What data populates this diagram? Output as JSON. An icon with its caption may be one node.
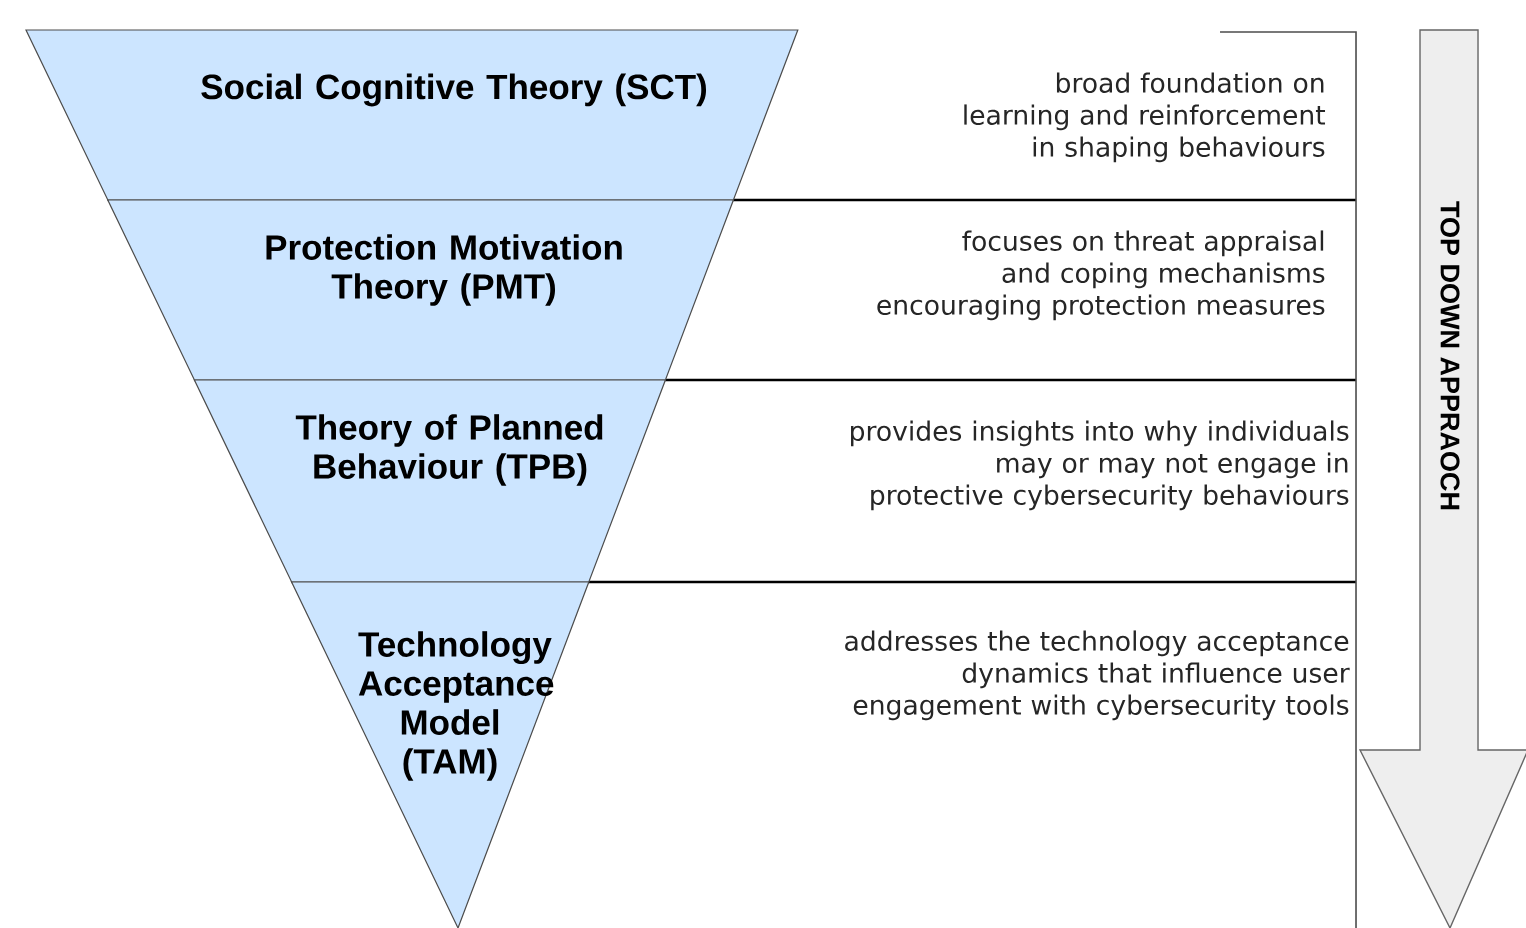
{
  "diagram": {
    "nodes": [
      {
        "text": [
          "Social Cognitive Theory (SCT)"
        ]
      },
      {
        "text": [
          "Protection Motivation Theory (PMT)"
        ]
      },
      {
        "text": [
          "Theory of Planned Behaviour (TPB)"
        ]
      },
      {
        "text": [
          "Technology Acceptance Model (TAM)"
        ]
      },
      {
        "text": [
          "TOP DOWN APPRAOCH"
        ]
      }
    ],
    "edges": [],
    "labels": [
      "broad foundation on learning and reinforcement in shaping behaviours",
      "focuses on threat appraisal and coping mechanisms encouraging protection measures",
      "provides insights into why individuals may or may not engage in protective cybersecurity behaviours",
      "addresses the technology acceptance dynamics that influence user engagement with cybersecurity tools"
    ]
  }
}
